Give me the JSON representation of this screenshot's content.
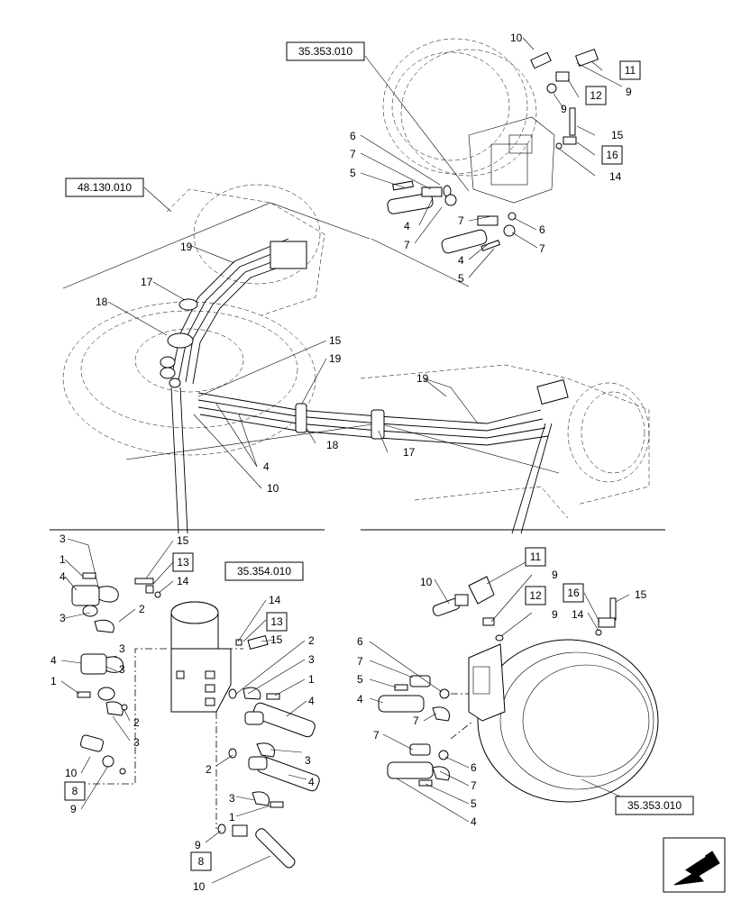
{
  "references": {
    "track_motor_top": "35.353.010",
    "undercarriage": "48.130.010",
    "swivel_joint": "35.354.010",
    "track_motor_bottom": "35.353.010"
  },
  "callouts": {
    "c1": "1",
    "c2": "2",
    "c3": "3",
    "c4": "4",
    "c5": "5",
    "c6": "6",
    "c7": "7",
    "c8": "8",
    "c9": "9",
    "c10": "10",
    "c11": "11",
    "c12": "12",
    "c13": "13",
    "c14": "14",
    "c15": "15",
    "c16": "16",
    "c17": "17",
    "c18": "18",
    "c19": "19"
  },
  "colors": {
    "line": "#000000",
    "background": "#ffffff"
  },
  "icons": {
    "corner_nav": "arrow-left-down-icon"
  }
}
